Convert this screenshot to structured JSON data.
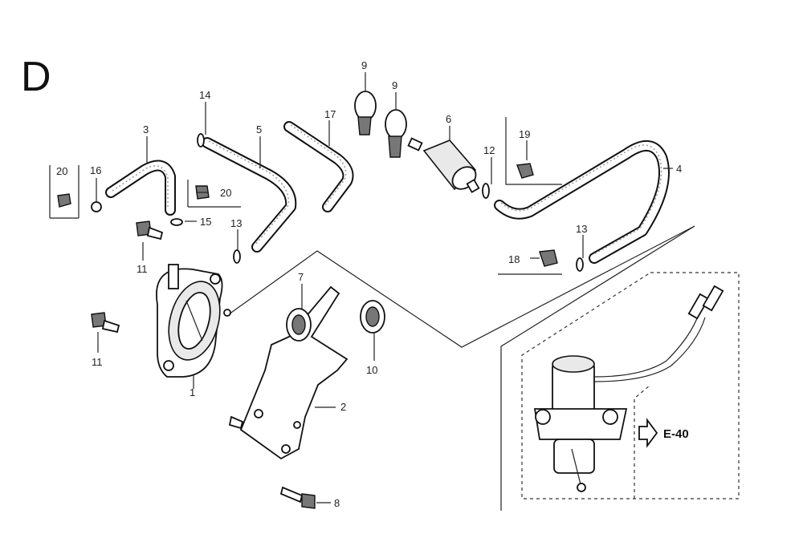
{
  "section_letter": "D",
  "callouts": [
    {
      "id": "c1",
      "text": "1"
    },
    {
      "id": "c2",
      "text": "2"
    },
    {
      "id": "c3",
      "text": "3"
    },
    {
      "id": "c4",
      "text": "4"
    },
    {
      "id": "c5",
      "text": "5"
    },
    {
      "id": "c6",
      "text": "6"
    },
    {
      "id": "c7",
      "text": "7"
    },
    {
      "id": "c8",
      "text": "8"
    },
    {
      "id": "c9a",
      "text": "9"
    },
    {
      "id": "c9b",
      "text": "9"
    },
    {
      "id": "c10",
      "text": "10"
    },
    {
      "id": "c11a",
      "text": "11"
    },
    {
      "id": "c11b",
      "text": "11"
    },
    {
      "id": "c12",
      "text": "12"
    },
    {
      "id": "c13a",
      "text": "13"
    },
    {
      "id": "c13b",
      "text": "13"
    },
    {
      "id": "c14",
      "text": "14"
    },
    {
      "id": "c15",
      "text": "15"
    },
    {
      "id": "c16",
      "text": "16"
    },
    {
      "id": "c17",
      "text": "17"
    },
    {
      "id": "c18",
      "text": "18"
    },
    {
      "id": "c19",
      "text": "19"
    },
    {
      "id": "c20a",
      "text": "20"
    },
    {
      "id": "c20b",
      "text": "20"
    }
  ],
  "cross_reference": "E-40"
}
